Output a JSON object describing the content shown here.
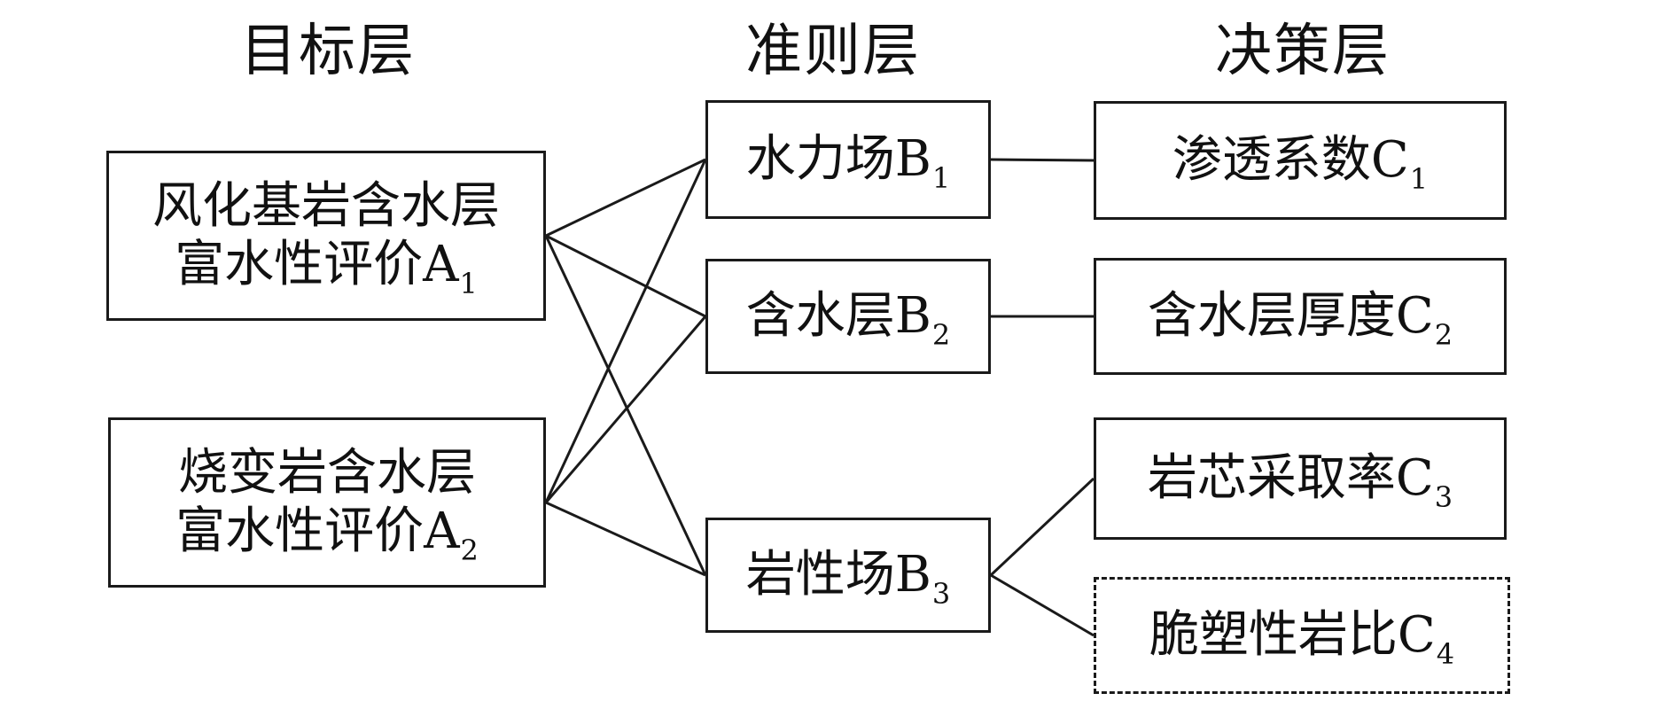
{
  "headers": {
    "goal": "目标层",
    "criteria": "准则层",
    "decision": "决策层"
  },
  "goal_nodes": [
    {
      "id": "A1",
      "line1": "风化基岩含水层",
      "line2": "富水性评价A",
      "sub": "1"
    },
    {
      "id": "A2",
      "line1": "烧变岩含水层",
      "line2": "富水性评价A",
      "sub": "2"
    }
  ],
  "criteria_nodes": [
    {
      "id": "B1",
      "label": "水力场B",
      "sub": "1"
    },
    {
      "id": "B2",
      "label": "含水层B",
      "sub": "2"
    },
    {
      "id": "B3",
      "label": "岩性场B",
      "sub": "3"
    }
  ],
  "decision_nodes": [
    {
      "id": "C1",
      "label": "渗透系数C",
      "sub": "1",
      "style": "solid"
    },
    {
      "id": "C2",
      "label": "含水层厚度C",
      "sub": "2",
      "style": "solid"
    },
    {
      "id": "C3",
      "label": "岩芯采取率C",
      "sub": "3",
      "style": "solid"
    },
    {
      "id": "C4",
      "label": "脆塑性岩比C",
      "sub": "4",
      "style": "dashed"
    }
  ],
  "edges": [
    [
      "A1",
      "B1"
    ],
    [
      "A1",
      "B2"
    ],
    [
      "A1",
      "B3"
    ],
    [
      "A2",
      "B1"
    ],
    [
      "A2",
      "B2"
    ],
    [
      "A2",
      "B3"
    ],
    [
      "B1",
      "C1"
    ],
    [
      "B2",
      "C2"
    ],
    [
      "B3",
      "C3"
    ],
    [
      "B3",
      "C4"
    ]
  ]
}
